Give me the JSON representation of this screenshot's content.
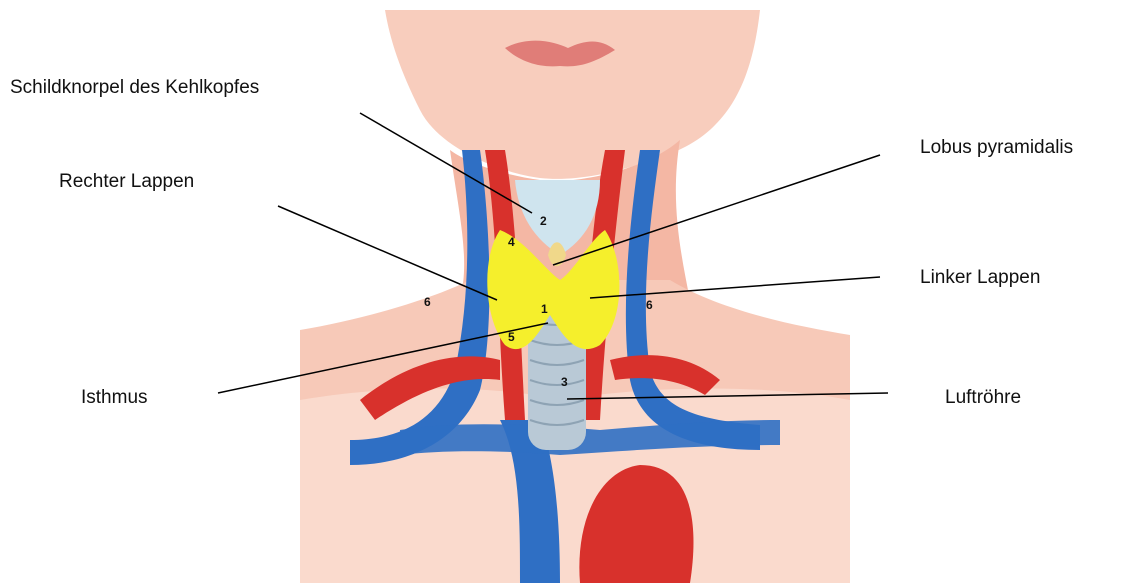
{
  "labels": {
    "thyroid_cartilage": "Schildknorpel des Kehlkopfes",
    "pyramidal_lobe": "Lobus pyramidalis",
    "right_lobe": "Rechter Lappen",
    "left_lobe": "Linker Lappen",
    "isthmus": "Isthmus",
    "trachea": "Luftröhre"
  },
  "numbers": [
    "1",
    "2",
    "3",
    "4",
    "5",
    "6",
    "6"
  ],
  "colors": {
    "skin": "#f6c4b2",
    "skin_light": "#fbe1d6",
    "thyroid": "#f5ef2c",
    "artery": "#d8312c",
    "vein": "#2f6fc4",
    "cartilage": "#cfe4ee",
    "trachea": "#b9c9d6",
    "lip": "#e07d78"
  }
}
